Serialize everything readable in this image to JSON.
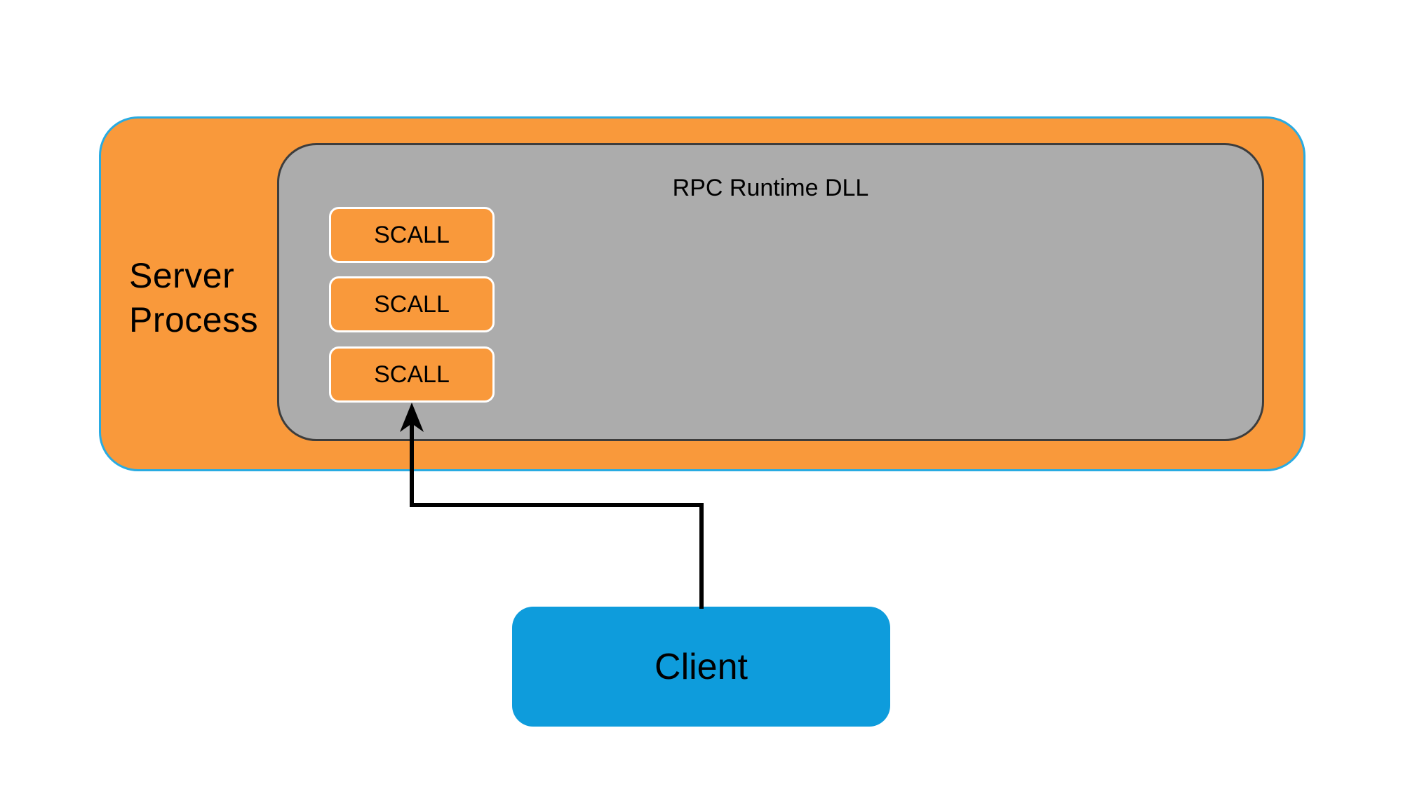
{
  "diagram": {
    "server_process": {
      "label_line1": "Server",
      "label_line2": "Process"
    },
    "rpc_runtime": {
      "title": "RPC Runtime DLL"
    },
    "scall_items": [
      {
        "label": "SCALL"
      },
      {
        "label": "SCALL"
      },
      {
        "label": "SCALL"
      }
    ],
    "client": {
      "label": "Client"
    },
    "connections": [
      {
        "from": "client",
        "to": "scall-3",
        "style": "elbow-arrow"
      }
    ],
    "colors": {
      "server_fill": "#F9993B",
      "server_border": "#29ABE2",
      "rpc_fill": "#ACACAC",
      "rpc_border": "#3D3D3D",
      "scall_fill": "#F9993B",
      "scall_border": "#FFFFFF",
      "client_fill": "#0E9CDC",
      "text": "#000000",
      "arrow": "#000000",
      "background": "#FFFFFF"
    }
  }
}
